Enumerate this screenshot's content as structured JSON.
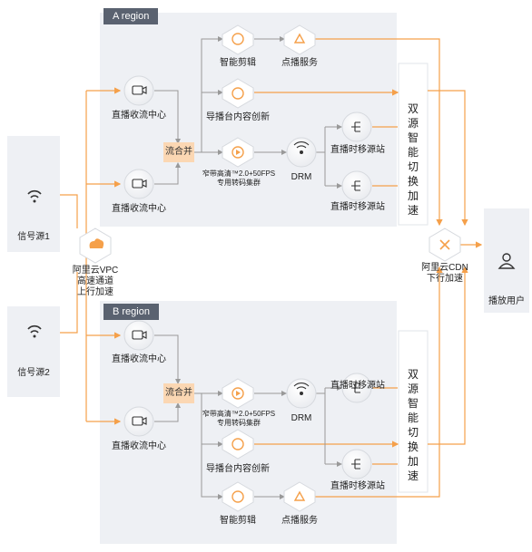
{
  "regions": {
    "a": {
      "label": "A region"
    },
    "b": {
      "label": "B region"
    }
  },
  "sources": {
    "s1": "信号源1",
    "s2": "信号源2"
  },
  "vpc": {
    "line1": "阿里云VPC",
    "line2": "高速通道",
    "line3": "上行加速"
  },
  "ingest_label": "直播收流中心",
  "merge_label": "流合并",
  "edit_label": "智能剪辑",
  "vod_label": "点播服务",
  "director_label": "导播台内容创新",
  "transcode": {
    "line1": "窄带高清™2.0+50FPS",
    "line2": "专用转码集群"
  },
  "drm_label": "DRM",
  "origin_label": "直播时移源站",
  "switch_label": "双源智能切换加速",
  "cdn": {
    "line1": "阿里云CDN",
    "line2": "下行加速"
  },
  "user_label": "播放用户",
  "colors": {
    "accent": "#f5a04a",
    "region_bg": "#eef0f4",
    "line": "#999999",
    "tag_bg": "#5a6270"
  }
}
